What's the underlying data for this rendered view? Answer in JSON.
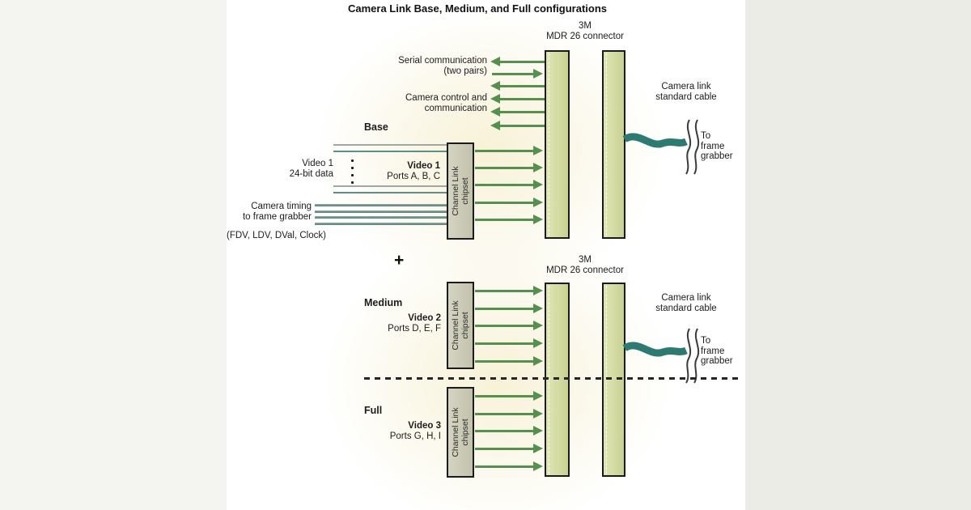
{
  "title": "Camera Link Base, Medium, and Full configurations",
  "connector_label": {
    "line1": "3M",
    "line2": "MDR 26 connector"
  },
  "chipset": {
    "line1": "Channel Link",
    "line2": "chipset"
  },
  "plus": "+",
  "base": {
    "section_label": "Base",
    "serial_label_1": "Serial communication",
    "serial_label_2": "(two pairs)",
    "control_label_1": "Camera control and",
    "control_label_2": "communication",
    "video_left_1": "Video 1",
    "video_left_2": "24-bit data",
    "video_right_1": "Video 1",
    "video_right_2": "Ports A, B, C",
    "timing_label_1": "Camera timing",
    "timing_label_2": "to frame grabber",
    "timing_signals": "(FDV, LDV, DVal, Clock)",
    "cable_label_1": "Camera link",
    "cable_label_2": "standard cable",
    "dest_1": "To",
    "dest_2": "frame",
    "dest_3": "grabber"
  },
  "medium": {
    "section_label": "Medium",
    "video_1": "Video 2",
    "video_2": "Ports D, E, F",
    "cable_label_1": "Camera link",
    "cable_label_2": "standard cable",
    "dest_1": "To",
    "dest_2": "frame",
    "dest_3": "grabber"
  },
  "full": {
    "section_label": "Full",
    "video_1": "Video 3",
    "video_2": "Ports G, H, I"
  },
  "colors": {
    "arrow_green": "#55904f",
    "connector_fill": "#d5dba2",
    "chipset_fill": "#cacab6",
    "cable_teal": "#2d7a73"
  }
}
